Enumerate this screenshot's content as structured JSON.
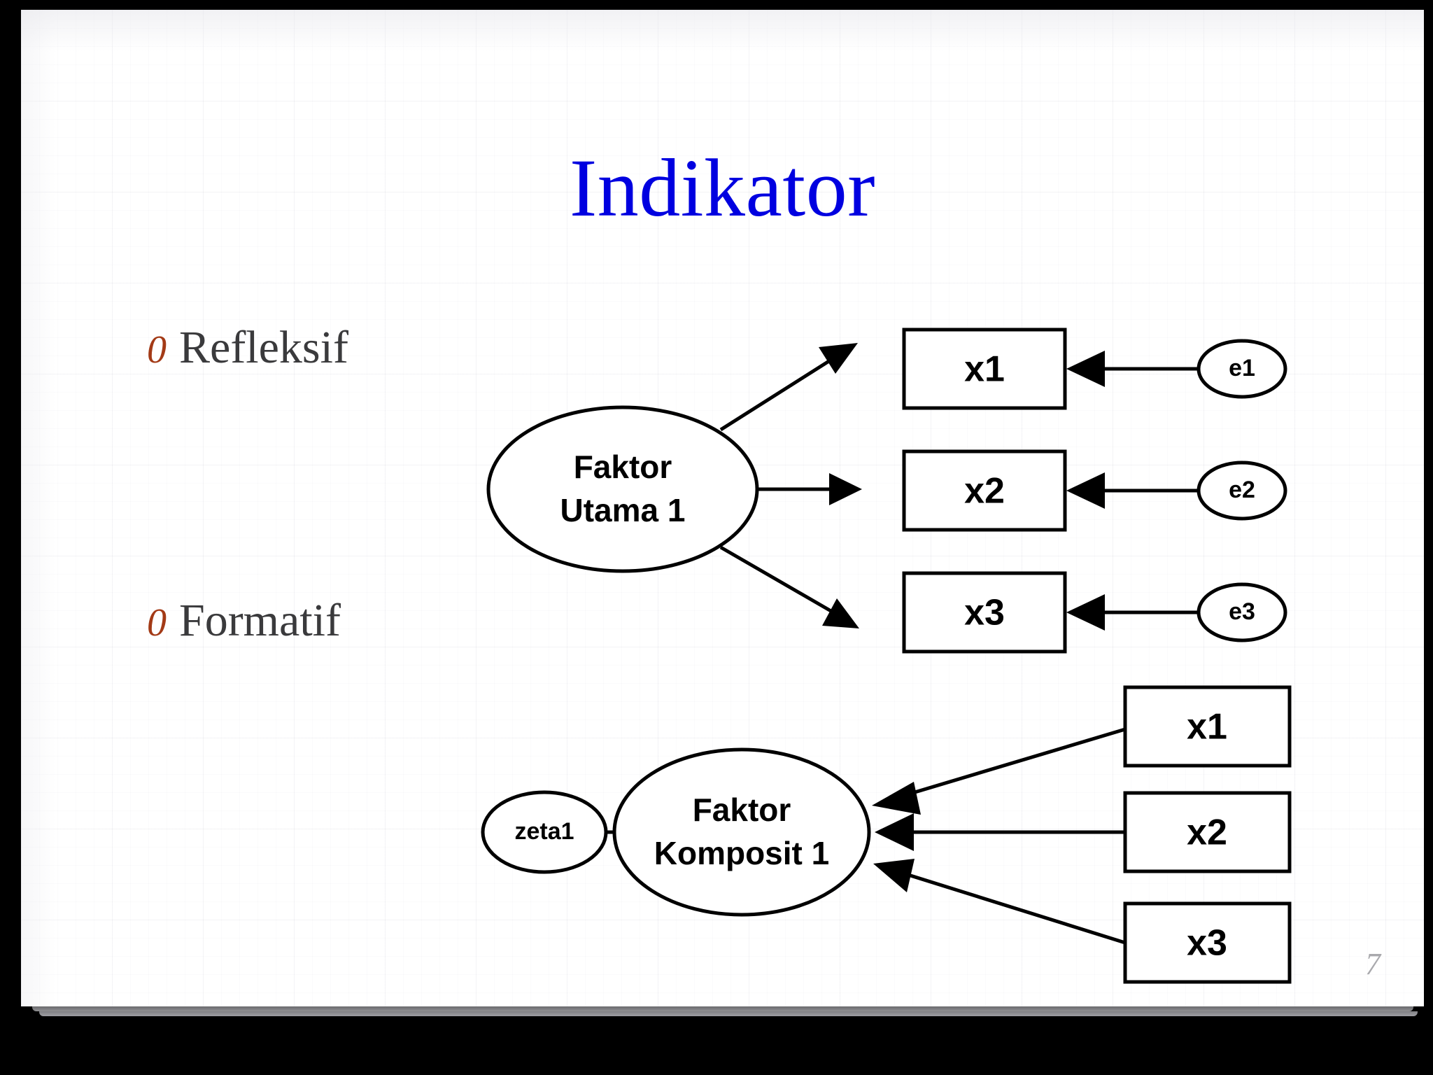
{
  "slide": {
    "title": "Indikator",
    "title_color": "#0000e0",
    "page_number": "7",
    "background_color": "#ffffff",
    "frame_color": "#000000"
  },
  "bullets": [
    {
      "marker": "0",
      "label": "Refleksif",
      "marker_color": "#a33a16",
      "text_color": "#3a3a3c"
    },
    {
      "marker": "0",
      "label": "Formatif",
      "marker_color": "#a33a16",
      "text_color": "#3a3a3c"
    }
  ],
  "diagrams": [
    {
      "name": "reflective-model",
      "factor": {
        "line1": "Faktor",
        "line2": "Utama 1"
      },
      "indicators": [
        {
          "box": "x1",
          "error": "e1"
        },
        {
          "box": "x2",
          "error": "e2"
        },
        {
          "box": "x3",
          "error": "e3"
        }
      ],
      "edge_direction": "factor-to-indicator",
      "error_direction": "error-to-indicator"
    },
    {
      "name": "formative-model",
      "factor": {
        "line1": "Faktor",
        "line2": "Komposit 1"
      },
      "disturbance": "zeta1",
      "indicators": [
        {
          "box": "x1"
        },
        {
          "box": "x2"
        },
        {
          "box": "x3"
        }
      ],
      "edge_direction": "indicator-to-factor",
      "disturbance_direction": "disturbance-to-factor"
    }
  ]
}
